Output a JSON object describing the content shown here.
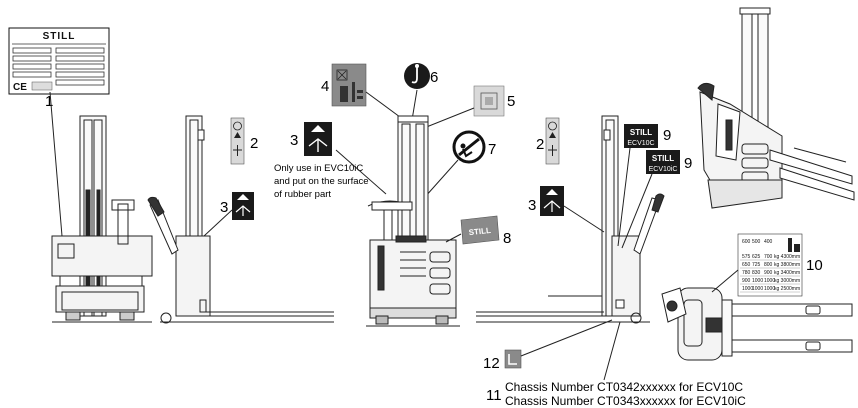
{
  "callouts": {
    "c1": "1",
    "c2a": "2",
    "c2b": "2",
    "c3a": "3",
    "c3b": "3",
    "c3c": "3",
    "c4": "4",
    "c5": "5",
    "c6": "6",
    "c7": "7",
    "c8": "8",
    "c9a": "9",
    "c9b": "9",
    "c10": "10",
    "c11": "11",
    "c12": "12"
  },
  "note": {
    "line1": "Only use in EVC10iC",
    "line2": "and put on the surface",
    "line3": "of rubber part"
  },
  "chassis": {
    "line1": "Chassis Number CT0342xxxxxx for ECV10C",
    "line2": "Chassis Number CT0343xxxxxx for ECV10iC"
  },
  "labels": {
    "brand": "STILL",
    "model_1": "ECV10C",
    "model_2": "ECV10iC",
    "ce_mark": "CE",
    "capacity_header": [
      "600",
      "500",
      "400"
    ],
    "capacity_rows": [
      [
        "575",
        "625",
        "700",
        "kg 4300mm"
      ],
      [
        "650",
        "725",
        "800",
        "kg 3800mm"
      ],
      [
        "780",
        "830",
        "900",
        "kg 3400mm"
      ],
      [
        "900",
        "1000",
        "1000",
        "kg 3000mm"
      ],
      [
        "1000",
        "1000",
        "1000",
        "kg 2500mm"
      ]
    ]
  },
  "colors": {
    "line": "#222222",
    "label_dark": "#1a1a1a",
    "label_gray": "#8a8a8a",
    "label_light": "#d9d9d9",
    "truck_fill": "#f4f4f4"
  }
}
